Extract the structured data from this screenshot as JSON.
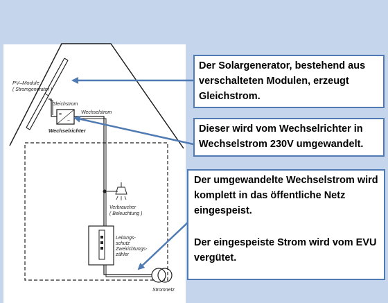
{
  "diagram": {
    "pv_module_label": "PV–Module",
    "pv_module_sub": "( Stromgenerator )",
    "gleichstrom_label": "Gleichstrom",
    "wechselstrom_label": "Wechselstrom",
    "inverter_label": "Wechselrichter",
    "consumer_label": "Verbraucher",
    "consumer_sub": "( Beleuchtung )",
    "meter_label_1": "Leitungs-",
    "meter_label_2": "schutz",
    "meter_label_3": "Zweirichtungs-",
    "meter_label_4": "zähler",
    "grid_label": "Stromnetz"
  },
  "callouts": {
    "solar": "Der Solargenerator, bestehend aus verschalteten Modulen, erzeugt Gleichstrom.",
    "inverter": "Dieser wird vom Wechselrichter in Wechselstrom 230V umgewandelt.",
    "feed_in": "Der umgewandelte Wechselstrom wird komplett in das öffentliche Netz eingespeist.",
    "payment": "Der eingespeiste  Strom wird vom EVU vergütet."
  },
  "colors": {
    "background": "#c5d5ec",
    "arrow": "#4f7ab3",
    "box_border": "#4f7ab3"
  }
}
